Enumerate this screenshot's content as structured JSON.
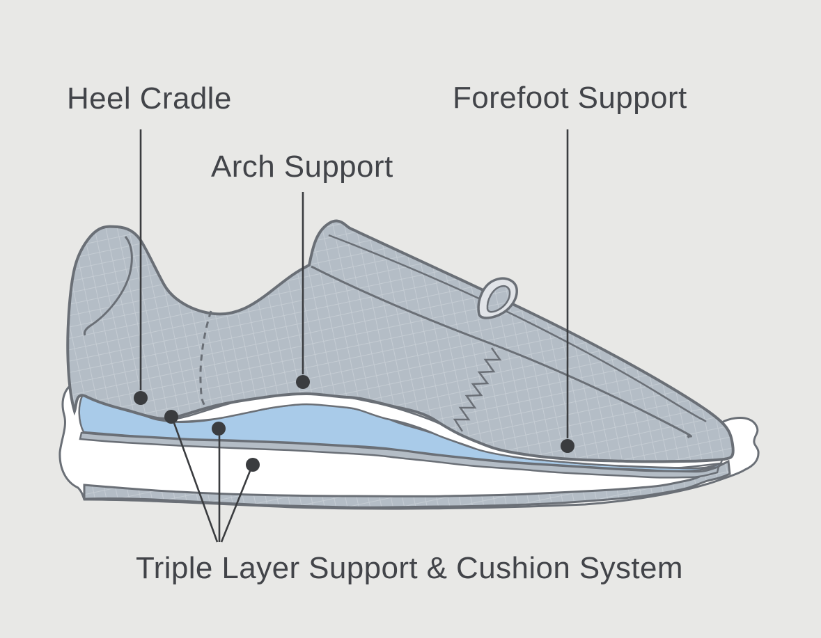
{
  "callouts": [
    {
      "id": "heel-cradle",
      "label": "Heel Cradle"
    },
    {
      "id": "arch-support",
      "label": "Arch Support"
    },
    {
      "id": "forefoot-support",
      "label": "Forefoot Support"
    },
    {
      "id": "triple-layer",
      "label": "Triple Layer Support & Cushion System"
    }
  ],
  "colors": {
    "background": "#e8e8e6",
    "shoe_upper": "#b4bdc6",
    "upper_grid_line": "#c7ced5",
    "outline": "#6a6f76",
    "cushion_blue": "#a9cbe9",
    "sole_white": "#ffffff",
    "annotation": "#3a3c3f",
    "label_text": "#424449"
  }
}
